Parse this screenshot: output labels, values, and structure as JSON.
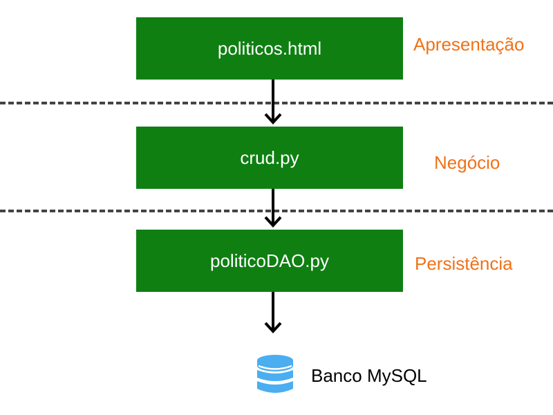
{
  "layers": [
    {
      "component": "politicos.html",
      "layer": "Apresentação"
    },
    {
      "component": "crud.py",
      "layer": "Negócio"
    },
    {
      "component": "politicoDAO.py",
      "layer": "Persistência"
    }
  ],
  "database": {
    "label": "Banco MySQL",
    "icon": "database-icon"
  },
  "colors": {
    "box_fill": "#0f7f12",
    "box_text": "#ffffff",
    "layer_label": "#f07218",
    "divider": "#444444",
    "arrow": "#000000",
    "database_icon": "#4aaef0"
  }
}
